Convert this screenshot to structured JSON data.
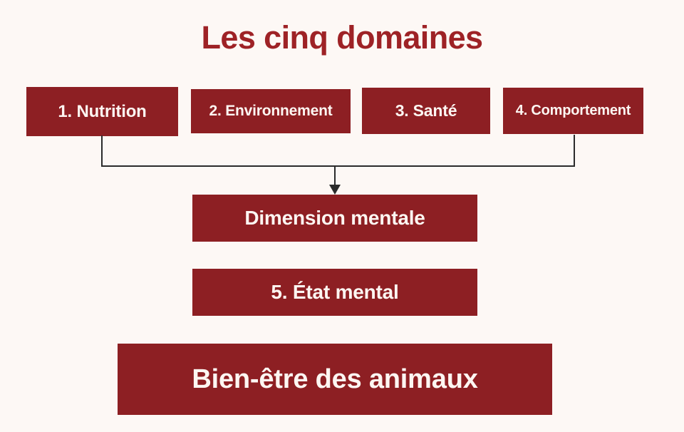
{
  "page": {
    "title": "Les cinq domaines",
    "background_color": "#fdf8f5",
    "title_color": "#9e2226",
    "box_fill_color": "#8d1f23",
    "box_text_color": "#fdf6f2",
    "connector_color": "#2b2b2b"
  },
  "diagram": {
    "type": "flowchart",
    "domains_row": [
      {
        "label": "1. Nutrition"
      },
      {
        "label": "2. Environnement"
      },
      {
        "label": "3. Santé"
      },
      {
        "label": "4. Comportement"
      }
    ],
    "mental_dimension": {
      "label": "Dimension mentale"
    },
    "mental_state": {
      "label": "5. État mental"
    },
    "outcome": {
      "label": "Bien-être des animaux"
    },
    "connector": {
      "description": "arrow-down",
      "from": [
        "1. Nutrition",
        "4. Comportement"
      ],
      "to": "Dimension mentale"
    }
  }
}
